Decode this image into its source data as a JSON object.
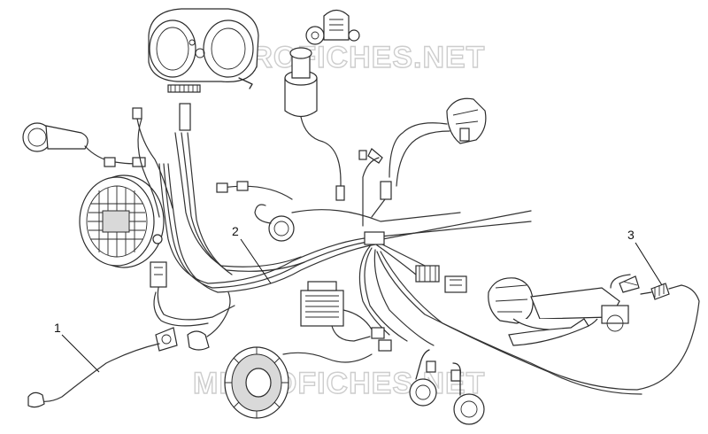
{
  "watermark": {
    "top": "MICROFICHES.NET",
    "bottom": "MICROFICHES.NET"
  },
  "callouts": [
    {
      "id": "1",
      "label": "1"
    },
    {
      "id": "2",
      "label": "2"
    },
    {
      "id": "3",
      "label": "3"
    }
  ]
}
